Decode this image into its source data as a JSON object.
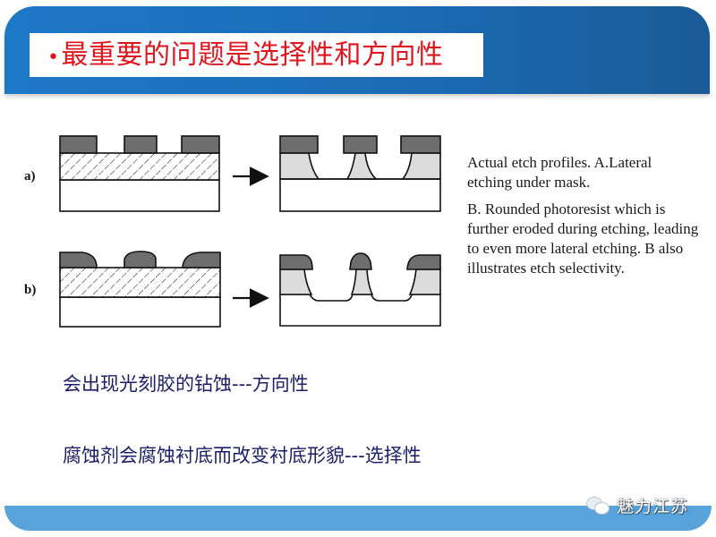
{
  "header": {
    "bullet": "•",
    "title": "最重要的问题是选择性和方向性",
    "colors": {
      "banner": "#1e78c8",
      "title_text": "#e0161e"
    }
  },
  "figure": {
    "panels": [
      {
        "label": "a)",
        "before": "flat photoresist masks on hatched film over substrate",
        "after": "lateral etching under mask"
      },
      {
        "label": "b)",
        "before": "rounded photoresist masks on hatched film over substrate",
        "after": "eroded rounded resist, more lateral etching, substrate etched"
      }
    ],
    "colors": {
      "mask": "#6e6e6e",
      "etched_film": "#dcdcdc",
      "outline": "#111111"
    }
  },
  "caption": {
    "paragraph_1": "Actual etch profiles.  A.Lateral etching under mask.",
    "paragraph_2": "B. Rounded photoresist which is further eroded during etching, leading to even more lateral etching. B also illustrates etch selectivity."
  },
  "notes": {
    "line_1": "会出现光刻胶的钻蚀---方向性",
    "line_2": "腐蚀剂会腐蚀衬底而改变衬底形貌---选择性",
    "color": "#1b1f6b"
  },
  "footer": {
    "watermark": "魅力江苏",
    "icon": "wechat-icon",
    "color": "#58a3dc"
  }
}
